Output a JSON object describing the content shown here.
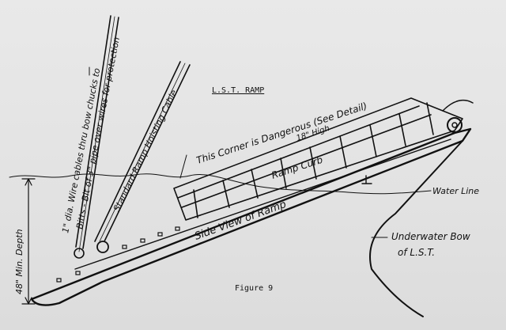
{
  "title": "L.S.T. RAMP",
  "figure_caption": "Figure 9",
  "labels": {
    "wire_note": "1\" dia. Wire cables thru bow chucks to",
    "bitts_note": "Bitts - Bit of 3\" pipe over wires for protection",
    "hoisting_cable": "Standard Ramp Hoisting Cable",
    "danger_corner": "This Corner is Dangerous (See Detail)",
    "curb_height": "18\" High",
    "ramp_curb": "Ramp Curb",
    "side_view": "Side View of Ramp",
    "water_line": "Water Line",
    "underwater_bow_1": "Underwater Bow",
    "underwater_bow_2": "of L.S.T.",
    "min_depth": "48\" Min. Depth"
  },
  "colors": {
    "ink": "#111111",
    "paper": "#e5e5e5"
  }
}
